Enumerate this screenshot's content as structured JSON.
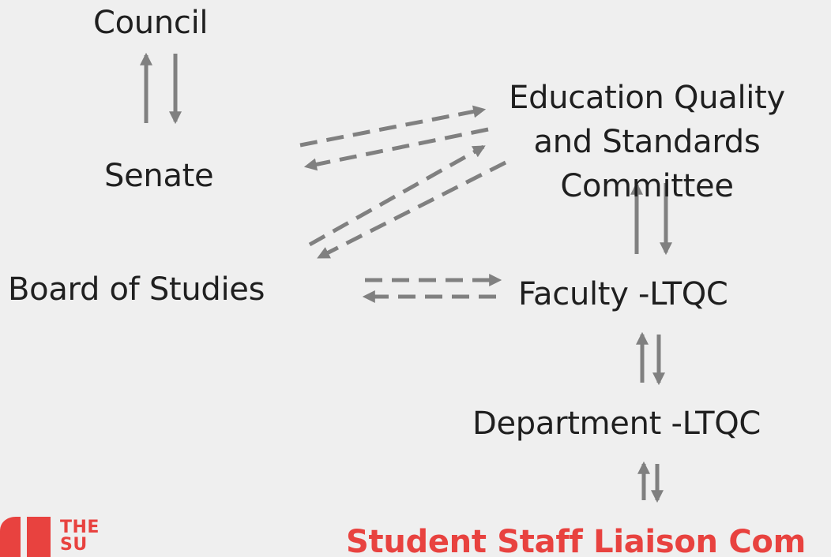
{
  "nodes": {
    "council": "Council",
    "senate": "Senate",
    "board_of_studies": "Board of Studies",
    "eqsc": "Education Quality\nand Standards\nCommittee",
    "faculty_ltqc": "Faculty -LTQC",
    "department_ltqc": "Department -LTQC",
    "sslc": "Student Staff Liaison Com"
  },
  "logo": {
    "line1": "THE",
    "line2": "SU"
  },
  "colors": {
    "background": "#efefef",
    "text": "#1f1f1f",
    "arrow": "#808080",
    "accent": "#e8423f"
  },
  "connections": [
    {
      "from": "council",
      "to": "senate",
      "style": "solid",
      "direction": "both"
    },
    {
      "from": "senate",
      "to": "eqsc",
      "style": "dashed",
      "direction": "both"
    },
    {
      "from": "board_of_studies",
      "to": "eqsc",
      "style": "dashed",
      "direction": "both"
    },
    {
      "from": "board_of_studies",
      "to": "faculty_ltqc",
      "style": "dashed",
      "direction": "both"
    },
    {
      "from": "eqsc",
      "to": "faculty_ltqc",
      "style": "solid",
      "direction": "both"
    },
    {
      "from": "faculty_ltqc",
      "to": "department_ltqc",
      "style": "solid",
      "direction": "both"
    },
    {
      "from": "department_ltqc",
      "to": "sslc",
      "style": "solid",
      "direction": "both"
    }
  ]
}
